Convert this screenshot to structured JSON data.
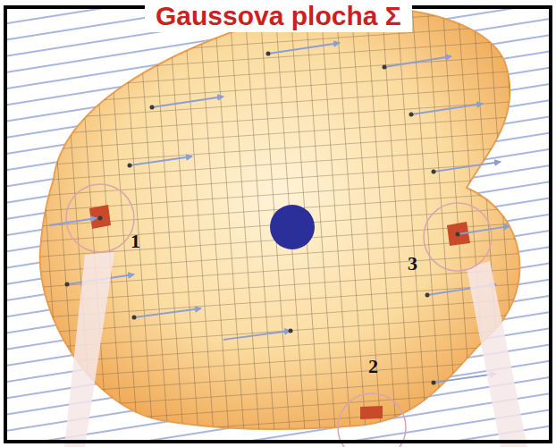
{
  "diagram": {
    "title": "Gaussova plocha  Σ",
    "labels": [
      "1",
      "2",
      "3"
    ]
  }
}
